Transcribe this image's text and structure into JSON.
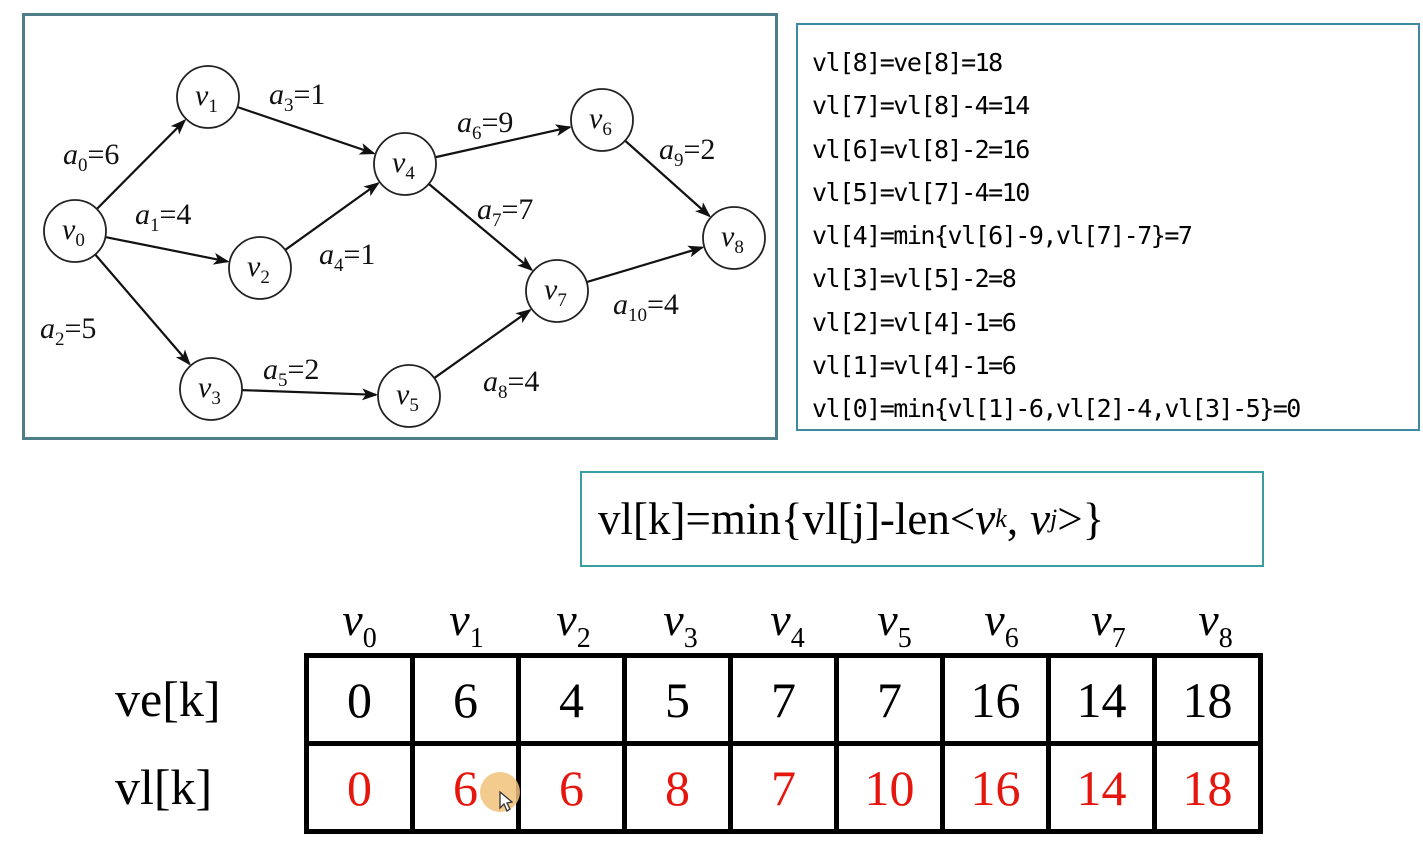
{
  "graph": {
    "nodes": [
      {
        "id": "v0",
        "base": "v",
        "sub": "0"
      },
      {
        "id": "v1",
        "base": "v",
        "sub": "1"
      },
      {
        "id": "v2",
        "base": "v",
        "sub": "2"
      },
      {
        "id": "v3",
        "base": "v",
        "sub": "3"
      },
      {
        "id": "v4",
        "base": "v",
        "sub": "4"
      },
      {
        "id": "v5",
        "base": "v",
        "sub": "5"
      },
      {
        "id": "v6",
        "base": "v",
        "sub": "6"
      },
      {
        "id": "v7",
        "base": "v",
        "sub": "7"
      },
      {
        "id": "v8",
        "base": "v",
        "sub": "8"
      }
    ],
    "edges": [
      {
        "from": "v0",
        "to": "v1",
        "name": "a",
        "sub": "0",
        "weight": "6"
      },
      {
        "from": "v0",
        "to": "v2",
        "name": "a",
        "sub": "1",
        "weight": "4"
      },
      {
        "from": "v0",
        "to": "v3",
        "name": "a",
        "sub": "2",
        "weight": "5"
      },
      {
        "from": "v1",
        "to": "v4",
        "name": "a",
        "sub": "3",
        "weight": "1"
      },
      {
        "from": "v2",
        "to": "v4",
        "name": "a",
        "sub": "4",
        "weight": "1"
      },
      {
        "from": "v3",
        "to": "v5",
        "name": "a",
        "sub": "5",
        "weight": "2"
      },
      {
        "from": "v4",
        "to": "v6",
        "name": "a",
        "sub": "6",
        "weight": "9"
      },
      {
        "from": "v4",
        "to": "v7",
        "name": "a",
        "sub": "7",
        "weight": "7"
      },
      {
        "from": "v5",
        "to": "v7",
        "name": "a",
        "sub": "8",
        "weight": "4"
      },
      {
        "from": "v6",
        "to": "v8",
        "name": "a",
        "sub": "9",
        "weight": "2"
      },
      {
        "from": "v7",
        "to": "v8",
        "name": "a",
        "sub": "10",
        "weight": "4"
      }
    ]
  },
  "calculations": [
    "vl[8]=ve[8]=18",
    "vl[7]=vl[8]-4=14",
    "vl[6]=vl[8]-2=16",
    "vl[5]=vl[7]-4=10",
    "vl[4]=min{vl[6]-9,vl[7]-7}=7",
    "vl[3]=vl[5]-2=8",
    "vl[2]=vl[4]-1=6",
    "vl[1]=vl[4]-1=6",
    "vl[0]=min{vl[1]-6,vl[2]-4,vl[3]-5}=0"
  ],
  "formula": {
    "left": "vl[k]=min{vl[j]-len<",
    "var1": "v",
    "sub1": "k",
    "comma": ",",
    "var2": "v",
    "sub2": "j",
    "right": ">}"
  },
  "table": {
    "headers": [
      {
        "base": "v",
        "sub": "0"
      },
      {
        "base": "v",
        "sub": "1"
      },
      {
        "base": "v",
        "sub": "2"
      },
      {
        "base": "v",
        "sub": "3"
      },
      {
        "base": "v",
        "sub": "4"
      },
      {
        "base": "v",
        "sub": "5"
      },
      {
        "base": "v",
        "sub": "6"
      },
      {
        "base": "v",
        "sub": "7"
      },
      {
        "base": "v",
        "sub": "8"
      }
    ],
    "rows": [
      {
        "label": "ve[k]",
        "values": [
          "0",
          "6",
          "4",
          "5",
          "7",
          "7",
          "16",
          "14",
          "18"
        ]
      },
      {
        "label": "vl[k]",
        "values": [
          "0",
          "6",
          "6",
          "8",
          "7",
          "10",
          "16",
          "14",
          "18"
        ]
      }
    ]
  },
  "colors": {
    "graph_border": "#4e7f88",
    "calc_border": "#3e8aa0",
    "formula_border": "#3a9ea0",
    "vl_values": "#e5160e",
    "cursor_highlight": "#f2c27a"
  }
}
